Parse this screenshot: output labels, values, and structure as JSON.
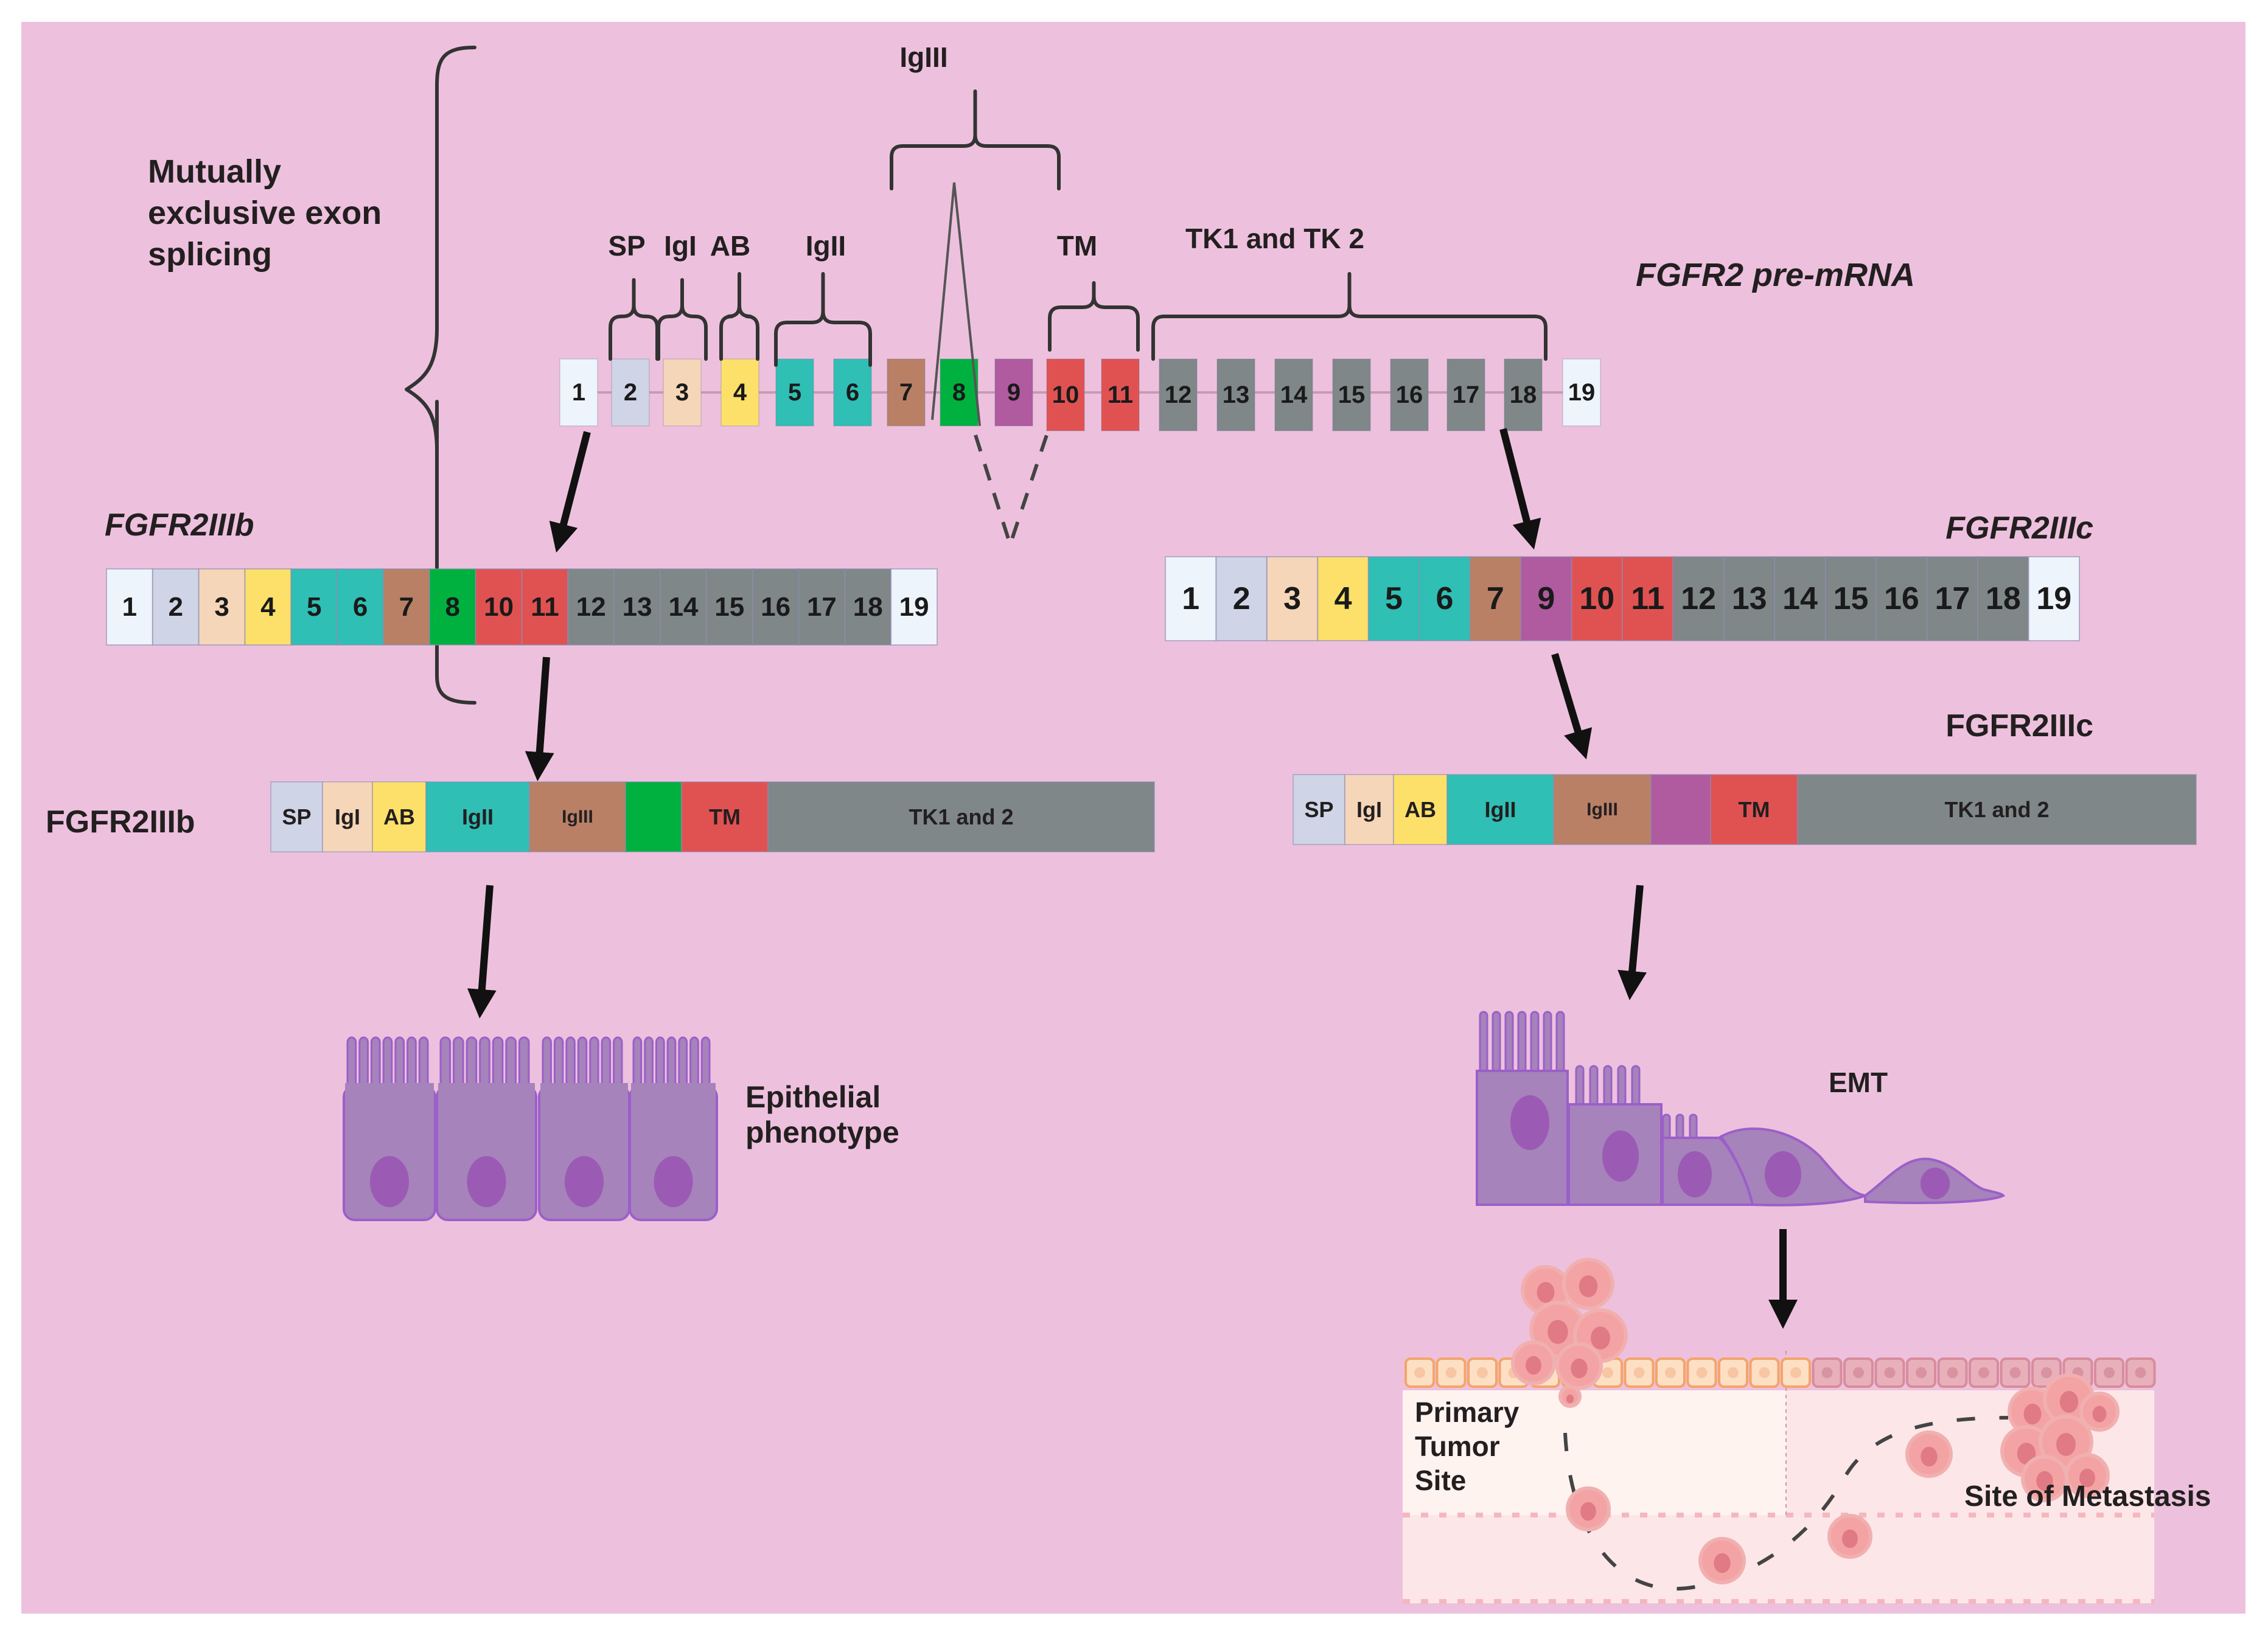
{
  "figure": {
    "background": "#edc1dd",
    "pre_mrna": {
      "title": "FGFR2 pre-mRNA",
      "side_label": [
        "Mutually",
        "exclusive exon",
        "splicing"
      ],
      "exons": [
        {
          "n": "1",
          "color": "#eef4fb"
        },
        {
          "n": "2",
          "color": "#cfd4e6"
        },
        {
          "n": "3",
          "color": "#f6d6b8"
        },
        {
          "n": "4",
          "color": "#fde06a"
        },
        {
          "n": "5",
          "color": "#2fbfb5"
        },
        {
          "n": "6",
          "color": "#2fbfb5"
        },
        {
          "n": "7",
          "color": "#b98066"
        },
        {
          "n": "8",
          "color": "#00b140"
        },
        {
          "n": "9",
          "color": "#b05a9f"
        },
        {
          "n": "10",
          "color": "#e05252"
        },
        {
          "n": "11",
          "color": "#e05252"
        },
        {
          "n": "12",
          "color": "#7f8788"
        },
        {
          "n": "13",
          "color": "#7f8788"
        },
        {
          "n": "14",
          "color": "#7f8788"
        },
        {
          "n": "15",
          "color": "#7f8788"
        },
        {
          "n": "16",
          "color": "#7f8788"
        },
        {
          "n": "17",
          "color": "#7f8788"
        },
        {
          "n": "18",
          "color": "#7f8788"
        },
        {
          "n": "19",
          "color": "#eef4fb"
        }
      ],
      "domain_labels": {
        "sp": "SP",
        "igi": "IgI",
        "ab": "AB",
        "igii": "IgII",
        "igiii": "IgIII",
        "tm": "TM",
        "tk": "TK1 and TK 2"
      }
    },
    "isoform_b": {
      "mrna_label": "FGFR2IIIb",
      "exons": [
        "1",
        "2",
        "3",
        "4",
        "5",
        "6",
        "7",
        "8",
        "10",
        "11",
        "12",
        "13",
        "14",
        "15",
        "16",
        "17",
        "18",
        "19"
      ],
      "protein_label": "FGFR2IIIb",
      "domains": [
        {
          "label": "SP",
          "color": "#cfd4e6"
        },
        {
          "label": "IgI",
          "color": "#f6d6b8"
        },
        {
          "label": "AB",
          "color": "#fde06a"
        },
        {
          "label": "IgII",
          "color": "#2fbfb5"
        },
        {
          "label": "IgIII",
          "color": "#b98066"
        },
        {
          "label": "",
          "color": "#00b140"
        },
        {
          "label": "TM",
          "color": "#e05252"
        },
        {
          "label": "TK1 and 2",
          "color": "#7f8788"
        }
      ],
      "phenotype_label": [
        "Epithelial",
        "phenotype"
      ]
    },
    "isoform_c": {
      "mrna_label": "FGFR2IIIc",
      "exons": [
        "1",
        "2",
        "3",
        "4",
        "5",
        "6",
        "7",
        "9",
        "10",
        "11",
        "12",
        "13",
        "14",
        "15",
        "16",
        "17",
        "18",
        "19"
      ],
      "protein_label": "FGFR2IIIc",
      "domains": [
        {
          "label": "SP",
          "color": "#cfd4e6"
        },
        {
          "label": "IgI",
          "color": "#f6d6b8"
        },
        {
          "label": "AB",
          "color": "#fde06a"
        },
        {
          "label": "IgII",
          "color": "#2fbfb5"
        },
        {
          "label": "IgIII",
          "color": "#b98066"
        },
        {
          "label": "",
          "color": "#b05a9f"
        },
        {
          "label": "TM",
          "color": "#e05252"
        },
        {
          "label": "TK1 and 2",
          "color": "#7f8788"
        }
      ],
      "emt_label": "EMT",
      "primary_site_label": [
        "Primary",
        "Tumor",
        "Site"
      ],
      "metastasis_label": "Site of Metastasis"
    },
    "colors": {
      "cell_body": "#a683bb",
      "cell_outline": "#9b5fc9",
      "nucleus": "#9b5ab4",
      "tumor": "#f3a3a3",
      "tumor_core": "#e07a85",
      "primary_epi": "#f9c9a0",
      "meta_epi": "#e8aab5",
      "tissue": "#fdecec"
    }
  }
}
